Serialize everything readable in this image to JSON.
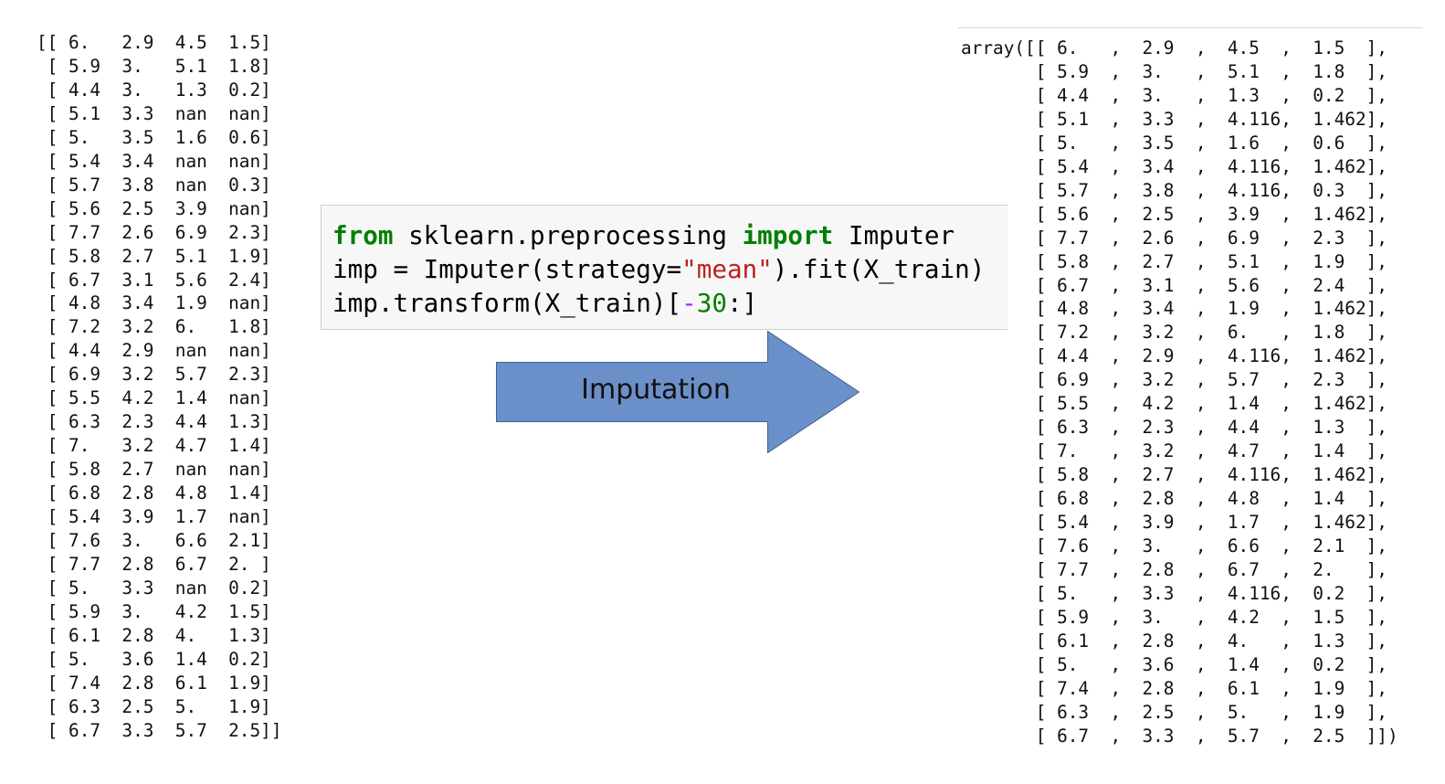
{
  "left_output": {
    "lines": [
      "[[ 6.   2.9  4.5  1.5]",
      " [ 5.9  3.   5.1  1.8]",
      " [ 4.4  3.   1.3  0.2]",
      " [ 5.1  3.3  nan  nan]",
      " [ 5.   3.5  1.6  0.6]",
      " [ 5.4  3.4  nan  nan]",
      " [ 5.7  3.8  nan  0.3]",
      " [ 5.6  2.5  3.9  nan]",
      " [ 7.7  2.6  6.9  2.3]",
      " [ 5.8  2.7  5.1  1.9]",
      " [ 6.7  3.1  5.6  2.4]",
      " [ 4.8  3.4  1.9  nan]",
      " [ 7.2  3.2  6.   1.8]",
      " [ 4.4  2.9  nan  nan]",
      " [ 6.9  3.2  5.7  2.3]",
      " [ 5.5  4.2  1.4  nan]",
      " [ 6.3  2.3  4.4  1.3]",
      " [ 7.   3.2  4.7  1.4]",
      " [ 5.8  2.7  nan  nan]",
      " [ 6.8  2.8  4.8  1.4]",
      " [ 5.4  3.9  1.7  nan]",
      " [ 7.6  3.   6.6  2.1]",
      " [ 7.7  2.8  6.7  2. ]",
      " [ 5.   3.3  nan  0.2]",
      " [ 5.9  3.   4.2  1.5]",
      " [ 6.1  2.8  4.   1.3]",
      " [ 5.   3.6  1.4  0.2]",
      " [ 7.4  2.8  6.1  1.9]",
      " [ 6.3  2.5  5.   1.9]",
      " [ 6.7  3.3  5.7  2.5]]"
    ]
  },
  "code_cell": {
    "line1": {
      "kw_from": "from",
      "module": " sklearn.preprocessing ",
      "kw_import": "import",
      "name": " Imputer"
    },
    "line2": {
      "before": "imp = Imputer(strategy=",
      "string": "\"mean\"",
      "after": ").fit(X_train)"
    },
    "line3": {
      "before": "imp.transform(X_train)[",
      "minus": "-",
      "number": "30",
      "after": ":]"
    }
  },
  "arrow": {
    "label": "Imputation",
    "color": "#6b8fc9"
  },
  "right_output": {
    "lines": [
      "array([[ 6.   ,  2.9  ,  4.5  ,  1.5  ],",
      "       [ 5.9  ,  3.   ,  5.1  ,  1.8  ],",
      "       [ 4.4  ,  3.   ,  1.3  ,  0.2  ],",
      "       [ 5.1  ,  3.3  ,  4.116,  1.462],",
      "       [ 5.   ,  3.5  ,  1.6  ,  0.6  ],",
      "       [ 5.4  ,  3.4  ,  4.116,  1.462],",
      "       [ 5.7  ,  3.8  ,  4.116,  0.3  ],",
      "       [ 5.6  ,  2.5  ,  3.9  ,  1.462],",
      "       [ 7.7  ,  2.6  ,  6.9  ,  2.3  ],",
      "       [ 5.8  ,  2.7  ,  5.1  ,  1.9  ],",
      "       [ 6.7  ,  3.1  ,  5.6  ,  2.4  ],",
      "       [ 4.8  ,  3.4  ,  1.9  ,  1.462],",
      "       [ 7.2  ,  3.2  ,  6.   ,  1.8  ],",
      "       [ 4.4  ,  2.9  ,  4.116,  1.462],",
      "       [ 6.9  ,  3.2  ,  5.7  ,  2.3  ],",
      "       [ 5.5  ,  4.2  ,  1.4  ,  1.462],",
      "       [ 6.3  ,  2.3  ,  4.4  ,  1.3  ],",
      "       [ 7.   ,  3.2  ,  4.7  ,  1.4  ],",
      "       [ 5.8  ,  2.7  ,  4.116,  1.462],",
      "       [ 6.8  ,  2.8  ,  4.8  ,  1.4  ],",
      "       [ 5.4  ,  3.9  ,  1.7  ,  1.462],",
      "       [ 7.6  ,  3.   ,  6.6  ,  2.1  ],",
      "       [ 7.7  ,  2.8  ,  6.7  ,  2.   ],",
      "       [ 5.   ,  3.3  ,  4.116,  0.2  ],",
      "       [ 5.9  ,  3.   ,  4.2  ,  1.5  ],",
      "       [ 6.1  ,  2.8  ,  4.   ,  1.3  ],",
      "       [ 5.   ,  3.6  ,  1.4  ,  0.2  ],",
      "       [ 7.4  ,  2.8  ,  6.1  ,  1.9  ],",
      "       [ 6.3  ,  2.5  ,  5.   ,  1.9  ],",
      "       [ 6.7  ,  3.3  ,  5.7  ,  2.5  ]])"
    ]
  }
}
